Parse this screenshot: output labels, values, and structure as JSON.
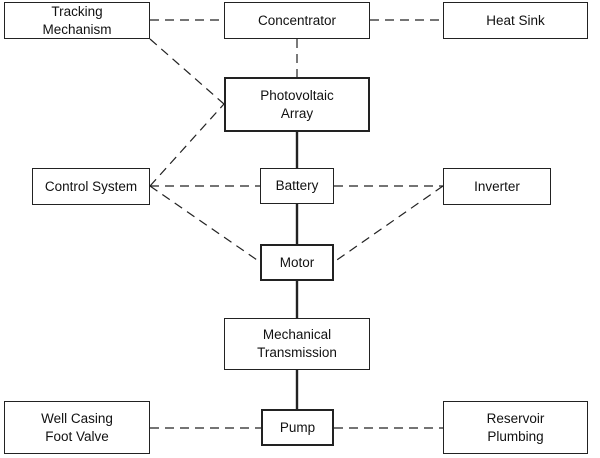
{
  "nodes": {
    "tracking": {
      "label": "Tracking\nMechanism"
    },
    "concentrator": {
      "label": "Concentrator"
    },
    "heatsink": {
      "label": "Heat Sink"
    },
    "pv": {
      "label": "Photovoltaic\nArray"
    },
    "control": {
      "label": "Control System"
    },
    "battery": {
      "label": "Battery"
    },
    "inverter": {
      "label": "Inverter"
    },
    "motor": {
      "label": "Motor"
    },
    "mech": {
      "label": "Mechanical\nTransmission"
    },
    "well": {
      "label": "Well Casing\nFoot Valve"
    },
    "pump": {
      "label": "Pump"
    },
    "reservoir": {
      "label": "Reservoir\nPlumbing"
    }
  }
}
